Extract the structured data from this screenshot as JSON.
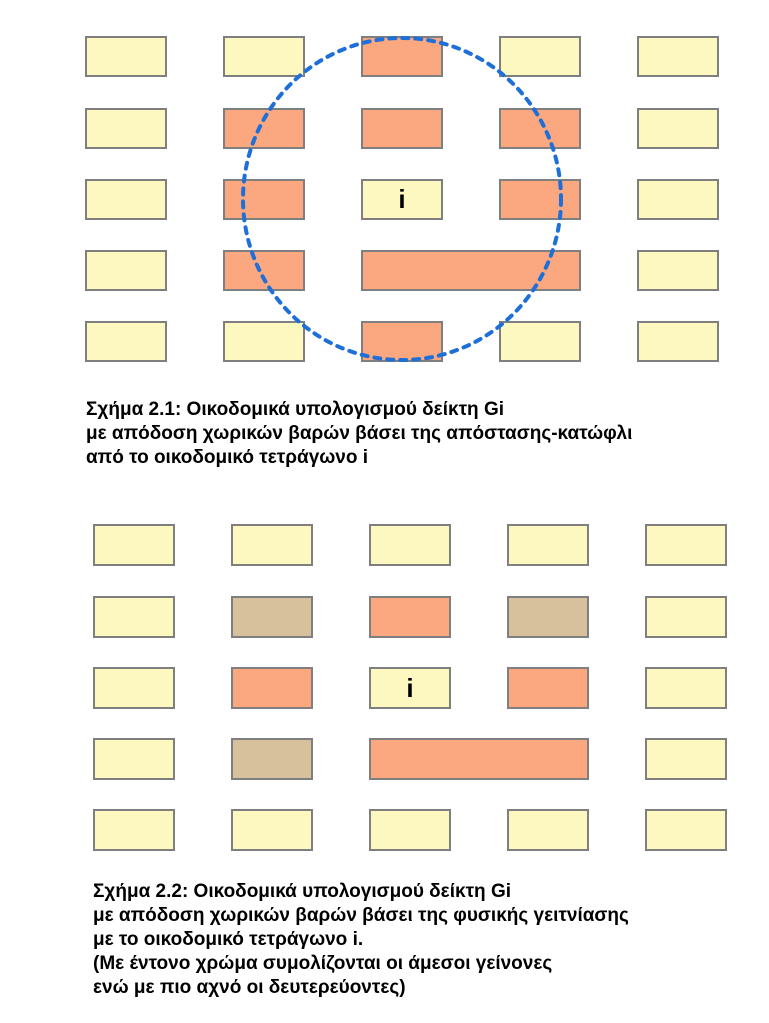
{
  "colors": {
    "light": "#fdf8c0",
    "salmon": "#fba77f",
    "tan": "#d6c19c",
    "border": "#7f7f7f",
    "circle": "#1f6fd8"
  },
  "figure1": {
    "blocks": [
      {
        "color": "light",
        "label": ""
      },
      {
        "color": "light",
        "label": ""
      },
      {
        "color": "salmon",
        "label": ""
      },
      {
        "color": "light",
        "label": ""
      },
      {
        "color": "light",
        "label": ""
      },
      {
        "color": "light",
        "label": ""
      },
      {
        "color": "salmon",
        "label": ""
      },
      {
        "color": "salmon",
        "label": ""
      },
      {
        "color": "salmon",
        "label": ""
      },
      {
        "color": "light",
        "label": ""
      },
      {
        "color": "light",
        "label": ""
      },
      {
        "color": "salmon",
        "label": ""
      },
      {
        "color": "light",
        "label": "i"
      },
      {
        "color": "salmon",
        "label": ""
      },
      {
        "color": "light",
        "label": ""
      },
      {
        "color": "light",
        "label": ""
      },
      {
        "color": "salmon",
        "label": ""
      },
      {
        "color": "salmon",
        "label": ""
      },
      {
        "color": "light",
        "label": ""
      },
      {
        "color": "light",
        "label": ""
      },
      {
        "color": "light",
        "label": ""
      },
      {
        "color": "salmon",
        "label": ""
      },
      {
        "color": "light",
        "label": ""
      },
      {
        "color": "light",
        "label": ""
      }
    ],
    "caption": [
      "Σχήμα 2.1: Οικοδομικά υπολογισμού δείκτη Gi",
      "με απόδοση χωρικών βαρών βάσει της απόστασης-κατώφλι",
      "από το οικοδομικό τετράγωνο i"
    ]
  },
  "figure2": {
    "blocks": [
      {
        "color": "light",
        "label": ""
      },
      {
        "color": "light",
        "label": ""
      },
      {
        "color": "light",
        "label": ""
      },
      {
        "color": "light",
        "label": ""
      },
      {
        "color": "light",
        "label": ""
      },
      {
        "color": "light",
        "label": ""
      },
      {
        "color": "tan",
        "label": ""
      },
      {
        "color": "salmon",
        "label": ""
      },
      {
        "color": "tan",
        "label": ""
      },
      {
        "color": "light",
        "label": ""
      },
      {
        "color": "light",
        "label": ""
      },
      {
        "color": "salmon",
        "label": ""
      },
      {
        "color": "light",
        "label": "i"
      },
      {
        "color": "salmon",
        "label": ""
      },
      {
        "color": "light",
        "label": ""
      },
      {
        "color": "light",
        "label": ""
      },
      {
        "color": "tan",
        "label": ""
      },
      {
        "color": "salmon",
        "label": ""
      },
      {
        "color": "light",
        "label": ""
      },
      {
        "color": "light",
        "label": ""
      },
      {
        "color": "light",
        "label": ""
      },
      {
        "color": "light",
        "label": ""
      },
      {
        "color": "light",
        "label": ""
      },
      {
        "color": "light",
        "label": ""
      }
    ],
    "caption": [
      "Σχήμα 2.2: Οικοδομικά υπολογισμού δείκτη Gi",
      "με απόδοση χωρικών βαρών βάσει της φυσικής γειτνίασης",
      "με το οικοδομικό τετράγωνο i.",
      "(Με έντονο χρώμα συμολίζονται οι άμεσοι γείνονες",
      "ενώ με πιο αχνό οι δευτερεύοντες)"
    ]
  }
}
